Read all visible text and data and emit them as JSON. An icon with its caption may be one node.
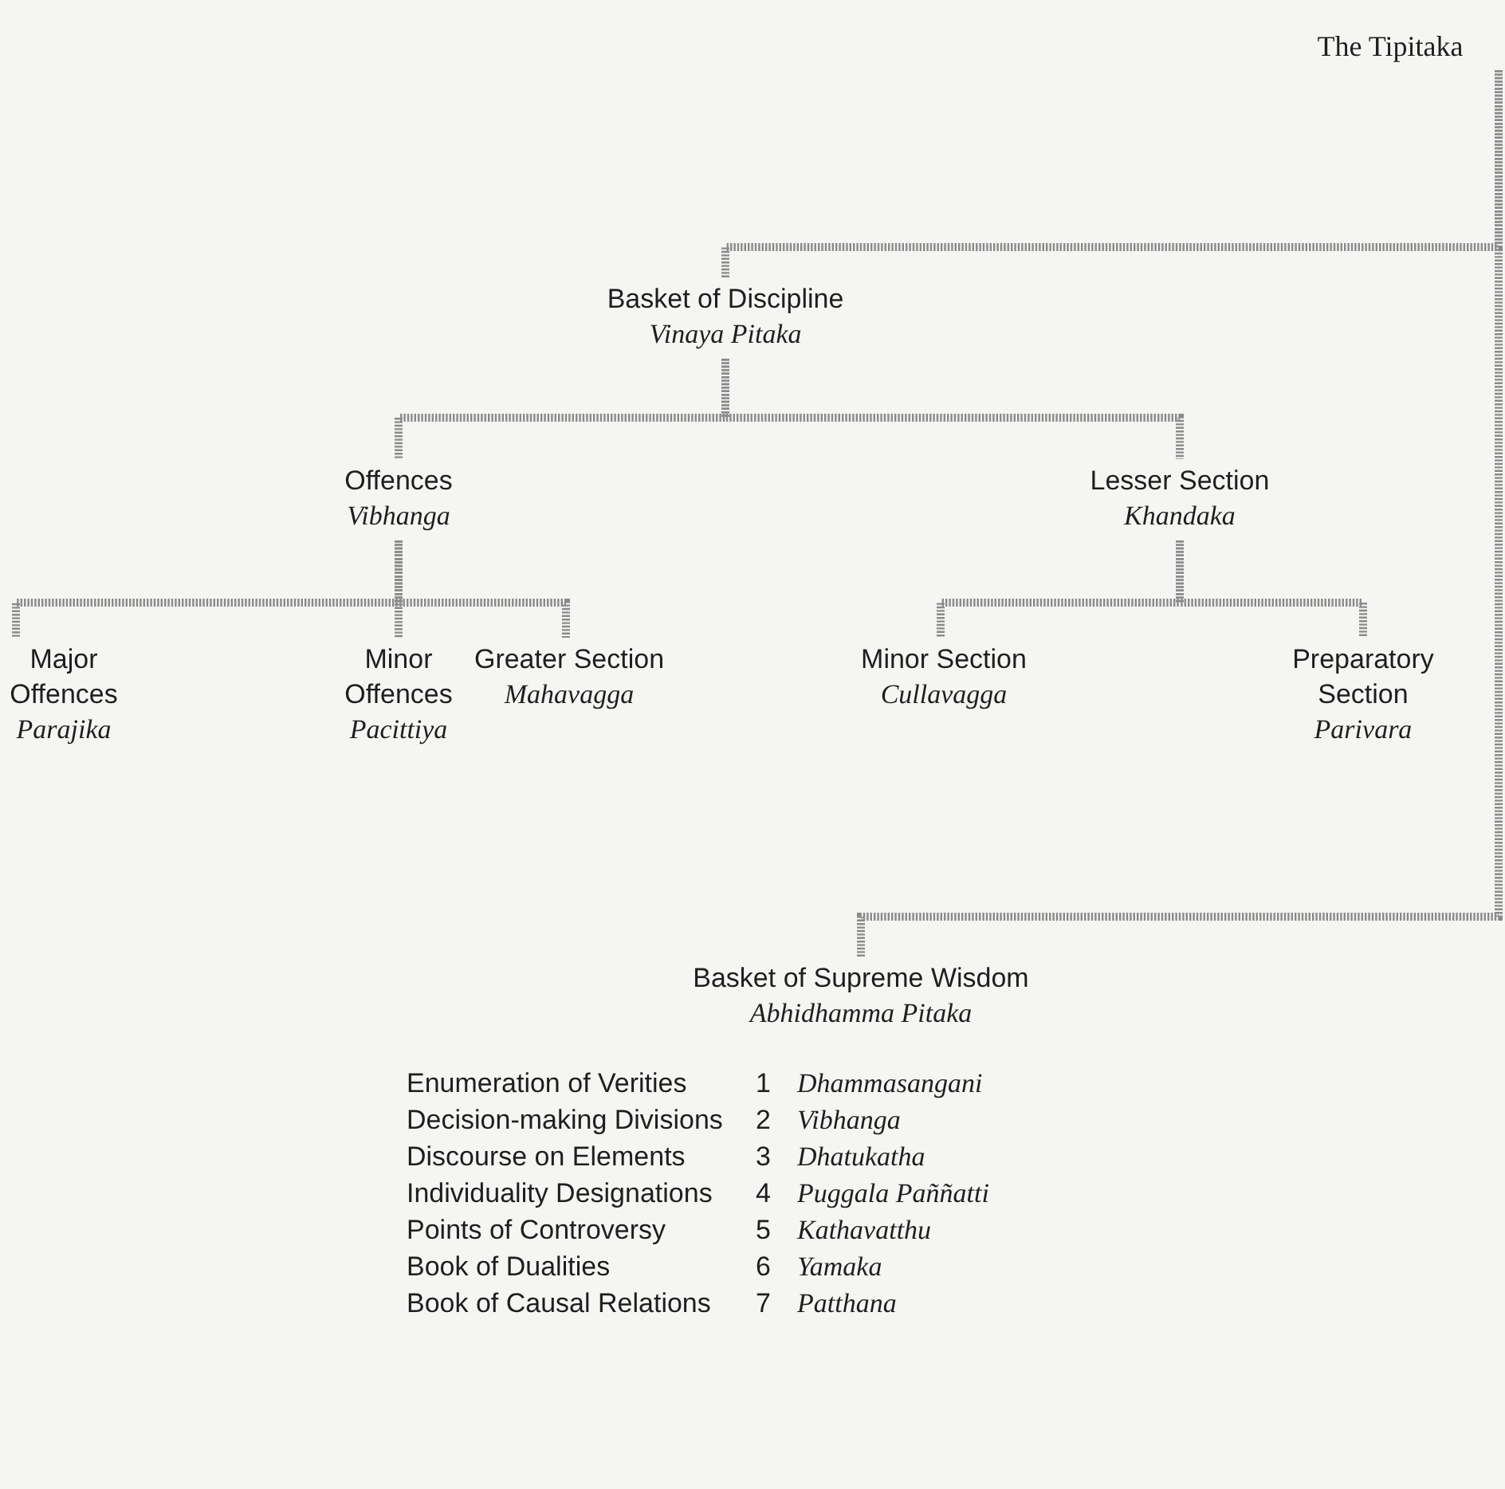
{
  "diagram": {
    "nodes": [
      {
        "text": [
          "The Tipitaka"
        ]
      },
      {
        "text": [
          "Basket of Discipline",
          "Vinaya Pitaka"
        ]
      },
      {
        "text": [
          "Offences",
          "Vibhanga"
        ]
      },
      {
        "text": [
          "Lesser Section",
          "Khandaka"
        ]
      },
      {
        "text": [
          "Major Offences",
          "Parajika"
        ]
      },
      {
        "text": [
          "Minor Offences",
          "Pacittiya"
        ]
      },
      {
        "text": [
          "Greater Section",
          "Mahavagga"
        ]
      },
      {
        "text": [
          "Minor Section",
          "Cullavagga"
        ]
      },
      {
        "text": [
          "Preparatory Section",
          "Parivara"
        ]
      },
      {
        "text": [
          "Basket of Supreme Wisdom",
          "Abhidhamma Pitaka"
        ]
      }
    ],
    "edges": [
      {
        "from": 0,
        "to": 1,
        "arrow": "none"
      },
      {
        "from": 0,
        "to": 9,
        "arrow": "none"
      },
      {
        "from": 1,
        "to": 2,
        "arrow": "none"
      },
      {
        "from": 1,
        "to": 3,
        "arrow": "none"
      },
      {
        "from": 2,
        "to": 4,
        "arrow": "none"
      },
      {
        "from": 2,
        "to": 5,
        "arrow": "none"
      },
      {
        "from": 2,
        "to": 6,
        "arrow": "none"
      },
      {
        "from": 3,
        "to": 7,
        "arrow": "none"
      },
      {
        "from": 3,
        "to": 8,
        "arrow": "none"
      }
    ],
    "labels": [
      "Enumeration of Verities",
      "1",
      "Dhammasangani",
      "Decision-making Divisions",
      "2",
      "Vibhanga",
      "Discourse on Elements",
      "3",
      "Dhatukatha",
      "Individuality Designations",
      "4",
      "Puggala Paññatti",
      "Points of Controversy",
      "5",
      "Kathavatthu",
      "Book of Dualities",
      "6",
      "Yamaka",
      "Book of Causal Relations",
      "7",
      "Patthana"
    ]
  }
}
